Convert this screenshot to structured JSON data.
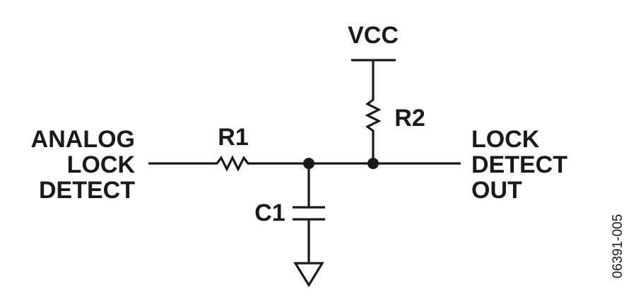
{
  "diagram": {
    "colors": {
      "ink": "#1a1a1a",
      "background": "#ffffff"
    },
    "input_label": [
      "ANALOG",
      "LOCK",
      "DETECT"
    ],
    "output_label": [
      "LOCK",
      "DETECT",
      "OUT"
    ],
    "supply_label": "VCC",
    "components": {
      "r1": "R1",
      "r2": "R2",
      "c1": "C1"
    },
    "figure_id": "06391-005"
  }
}
